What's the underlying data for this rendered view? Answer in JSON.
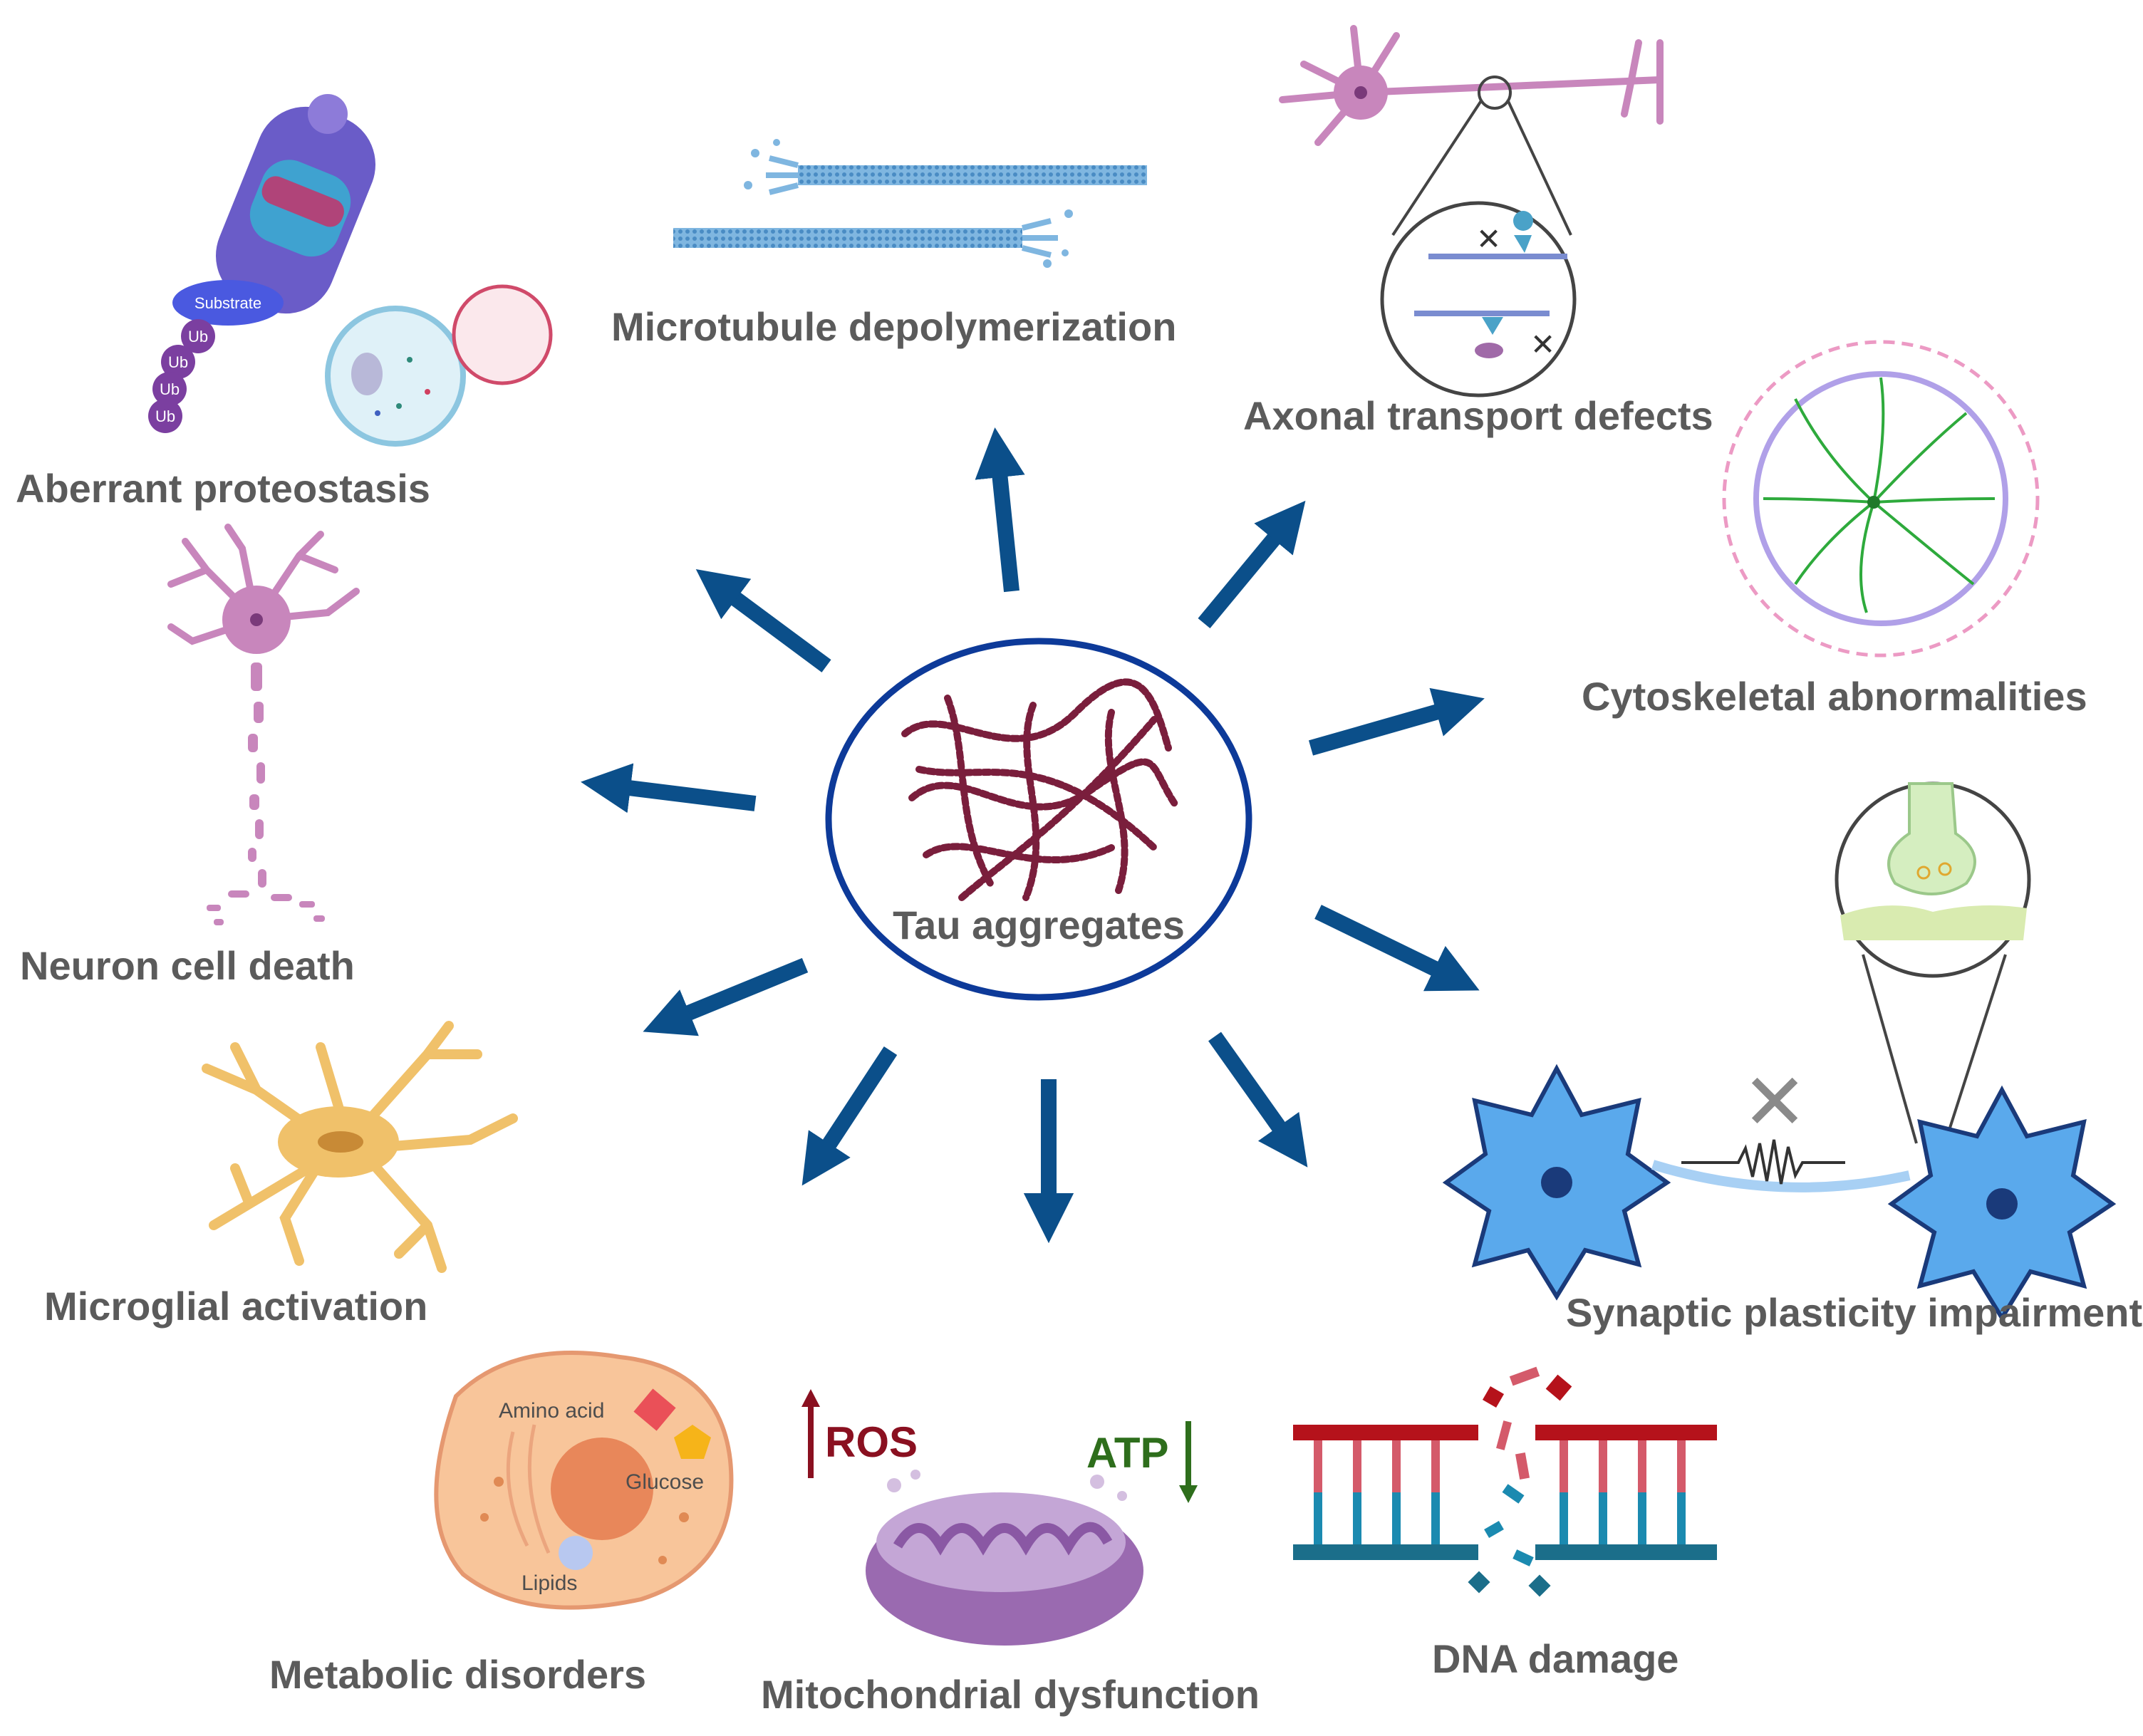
{
  "center": {
    "label": "Tau aggregates"
  },
  "outcomes": {
    "proteostasis": "Aberrant proteostasis",
    "microtubule": "Microtubule depolymerization",
    "axonal": "Axonal transport defects",
    "cytoskeletal": "Cytoskeletal abnormalities",
    "synaptic": "Synaptic plasticity impairment",
    "dna": "DNA damage",
    "mitochondrial": "Mitochondrial dysfunction",
    "metabolic": "Metabolic disorders",
    "microglial": "Microglial activation",
    "neuron_death": "Neuron cell death"
  },
  "proteasome": {
    "substrate": "Substrate",
    "ub": "Ub"
  },
  "metabolic_inset": {
    "amino_acid": "Amino acid",
    "glucose": "Glucose",
    "lipids": "Lipids"
  },
  "mito_inset": {
    "ros": "ROS",
    "atp": "ATP"
  },
  "colors": {
    "arrow": "#0b4f8a",
    "circle": "#0d3a99",
    "tau": "#7a1e3c",
    "label": "#5b5b5b",
    "ros": "#8a1020",
    "atp": "#2e6e1c",
    "dna_red": "#b5121b",
    "dna_blue": "#1b6e8a"
  }
}
